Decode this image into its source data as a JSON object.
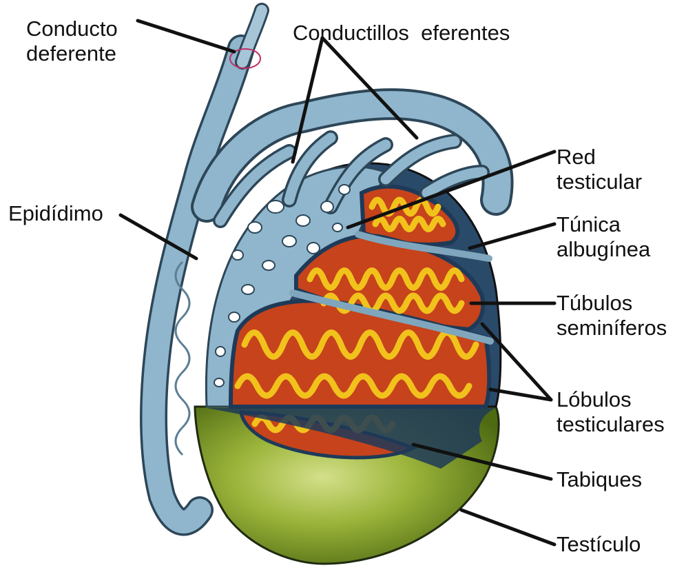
{
  "labels": {
    "conducto_deferente": [
      "Conducto",
      "deferente"
    ],
    "conductillos_eferentes": "Conductillos  eferentes",
    "red_testicular": [
      "Red",
      "testicular"
    ],
    "epididimo": "Epidídimo",
    "tunica_albuginea": [
      "Túnica",
      "albugínea"
    ],
    "tubulos_seminiferos": [
      "Túbulos",
      "seminíferos"
    ],
    "lobulos_testiculares": [
      "Lóbulos",
      "testiculares"
    ],
    "tabiques": "Tabiques",
    "testiculo": "Testículo"
  },
  "colors": {
    "duct_blue": "#8fb6cc",
    "duct_outline": "#3c5a6e",
    "lobule_red": "#c6431c",
    "tubule_yellow": "#f2c21c",
    "tunica_dark": "#1e3a58",
    "testis_green": "#8aa42c",
    "testis_light": "#c8d67a",
    "leader_line": "#111111"
  }
}
